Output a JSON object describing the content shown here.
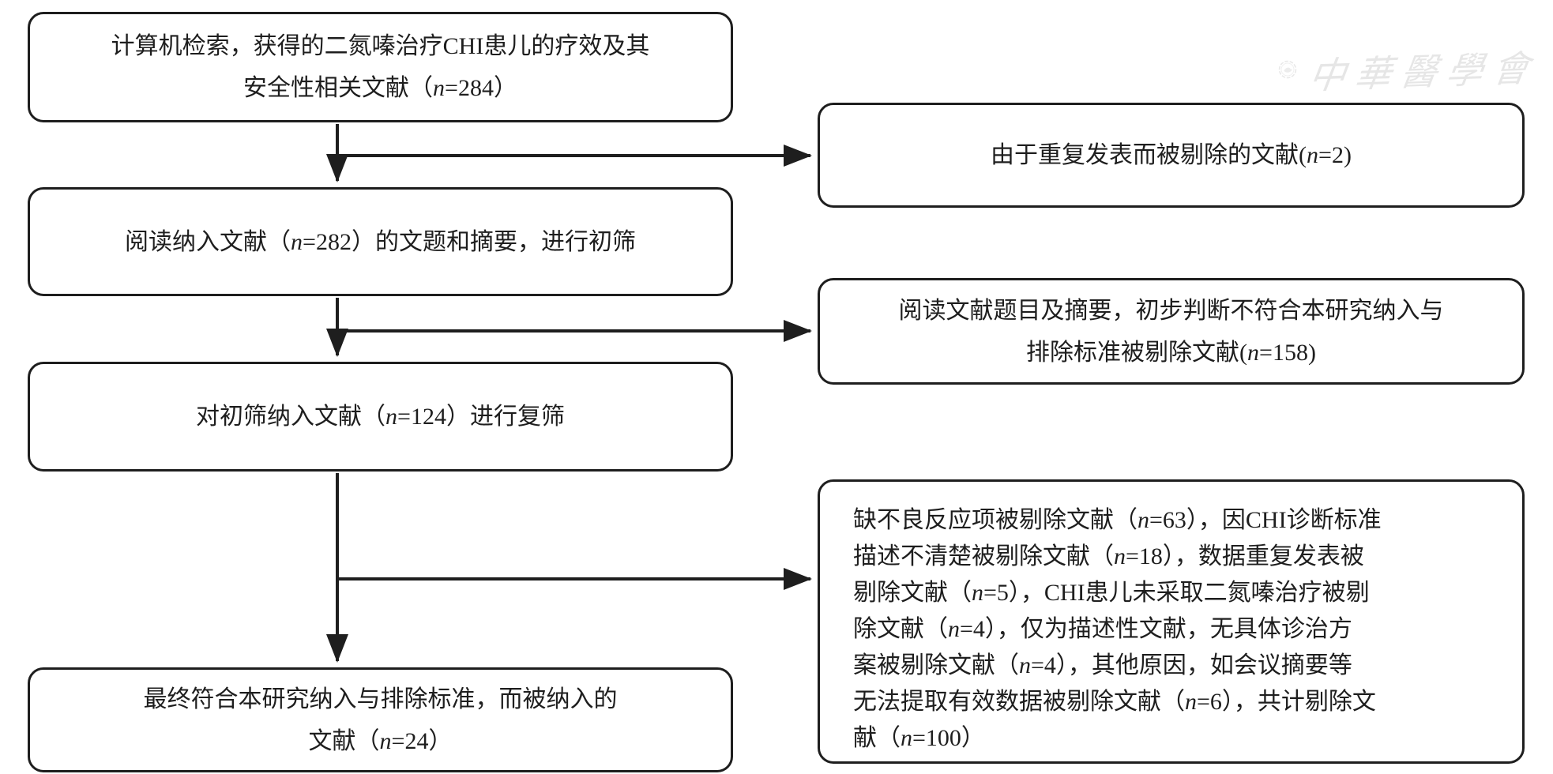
{
  "colors": {
    "line": "#1e1e1e",
    "box_border": "#1e1e1e",
    "background": "#ffffff",
    "watermark": "#e6e6e6"
  },
  "watermark": {
    "text": "中華醫學會",
    "icon": "cma-seal"
  },
  "flowchart": {
    "search": {
      "text": "计算机检索，获得的二氮嗪治疗CHI患儿的疗效及其\n安全性相关文献（n=284）"
    },
    "duplicates_removed": {
      "text": "由于重复发表而被剔除的文献(n=2)"
    },
    "initial_screening": {
      "text": "阅读纳入文献（n=282）的文题和摘要，进行初筛"
    },
    "initial_excluded": {
      "text": "阅读文献题目及摘要，初步判断不符合本研究纳入与\n排除标准被剔除文献(n=158)"
    },
    "second_screening": {
      "text": "对初筛纳入文献（n=124）进行复筛"
    },
    "second_excluded": {
      "text": "缺不良反应项被剔除文献（n=63），因CHI诊断标准\n描述不清楚被剔除文献（n=18），数据重复发表被\n剔除文献（n=5），CHI患儿未采取二氮嗪治疗被剔\n除文献（n=4），仅为描述性文献，无具体诊治方\n案被剔除文献（n=4），其他原因，如会议摘要等\n无法提取有效数据被剔除文献（n=6），共计剔除文\n献（n=100）"
    },
    "included": {
      "text": "最终符合本研究纳入与排除标准，而被纳入的\n文献（n=24）"
    }
  }
}
